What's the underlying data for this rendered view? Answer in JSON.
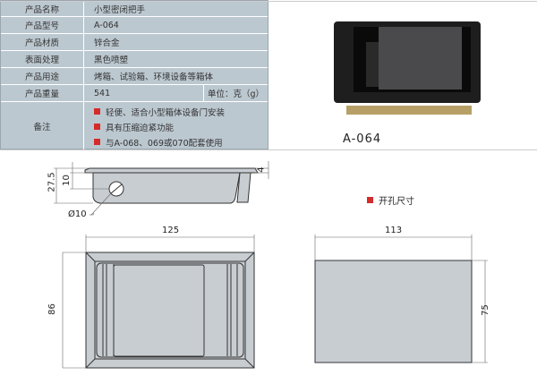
{
  "specs": {
    "rows": [
      {
        "label": "产品名称",
        "value": "小型密闭把手"
      },
      {
        "label": "产品型号",
        "value": "A-064"
      },
      {
        "label": "产品材质",
        "value": "锌合金"
      },
      {
        "label": "表面处理",
        "value": "黑色喷塑"
      },
      {
        "label": "产品用途",
        "value": "烤箱、试验箱、环境设备等箱体"
      },
      {
        "label": "产品重量",
        "value": "541",
        "unit": "单位：克（g）"
      }
    ],
    "notes_label": "备注",
    "notes": [
      "轻便、适合小型箱体设备门安装",
      "具有压缩迫紧功能",
      "与A-068、069或070配套使用"
    ]
  },
  "photo_caption": "A-064",
  "drawing": {
    "side_dims": {
      "height": "27.5",
      "hole_offset": "10",
      "flange": "4",
      "hole_dia": "Ø10"
    },
    "front_dims": {
      "width": "125",
      "height": "86"
    },
    "cutout_label": "开孔尺寸",
    "cutout_dims": {
      "width": "113",
      "height": "75"
    }
  },
  "colors": {
    "accent": "#d62b2b",
    "table_bg": "#bcc8d0"
  }
}
